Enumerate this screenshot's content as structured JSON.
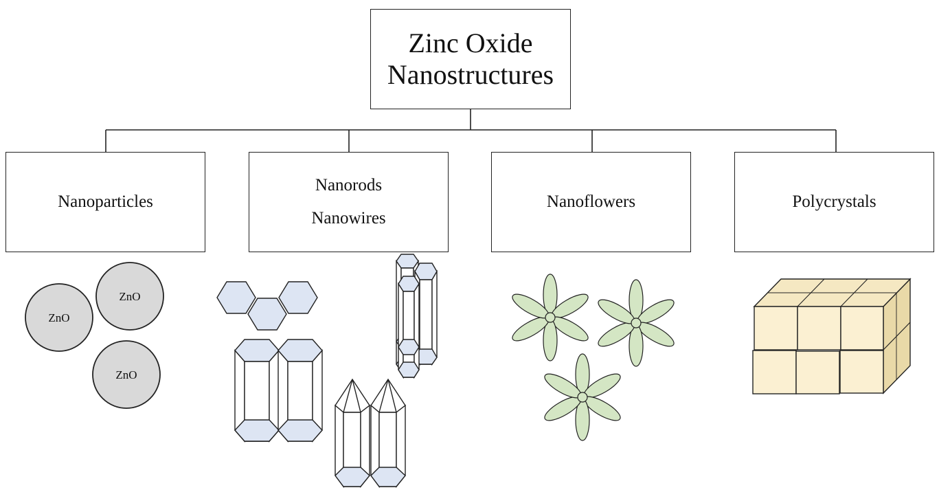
{
  "diagram": {
    "root": {
      "lines": [
        "Zinc Oxide",
        "Nanostructures"
      ]
    },
    "categories": [
      {
        "id": "nanoparticles",
        "lines": [
          "Nanoparticles"
        ]
      },
      {
        "id": "nanorods-nanowires",
        "lines": [
          "Nanorods",
          "Nanowires"
        ]
      },
      {
        "id": "nanoflowers",
        "lines": [
          "Nanoflowers"
        ]
      },
      {
        "id": "polycrystals",
        "lines": [
          "Polycrystals"
        ]
      }
    ],
    "particle_labels": [
      "ZnO",
      "ZnO",
      "ZnO"
    ]
  },
  "colors": {
    "line": "#222222",
    "particle_fill": "#d9d9d9",
    "hexagon_fill": "#dde5f3",
    "petal_fill": "#d4e6c4",
    "cube_front": "#fbf0d2",
    "cube_top": "#f5e8c2",
    "cube_side": "#e9d9a8"
  }
}
